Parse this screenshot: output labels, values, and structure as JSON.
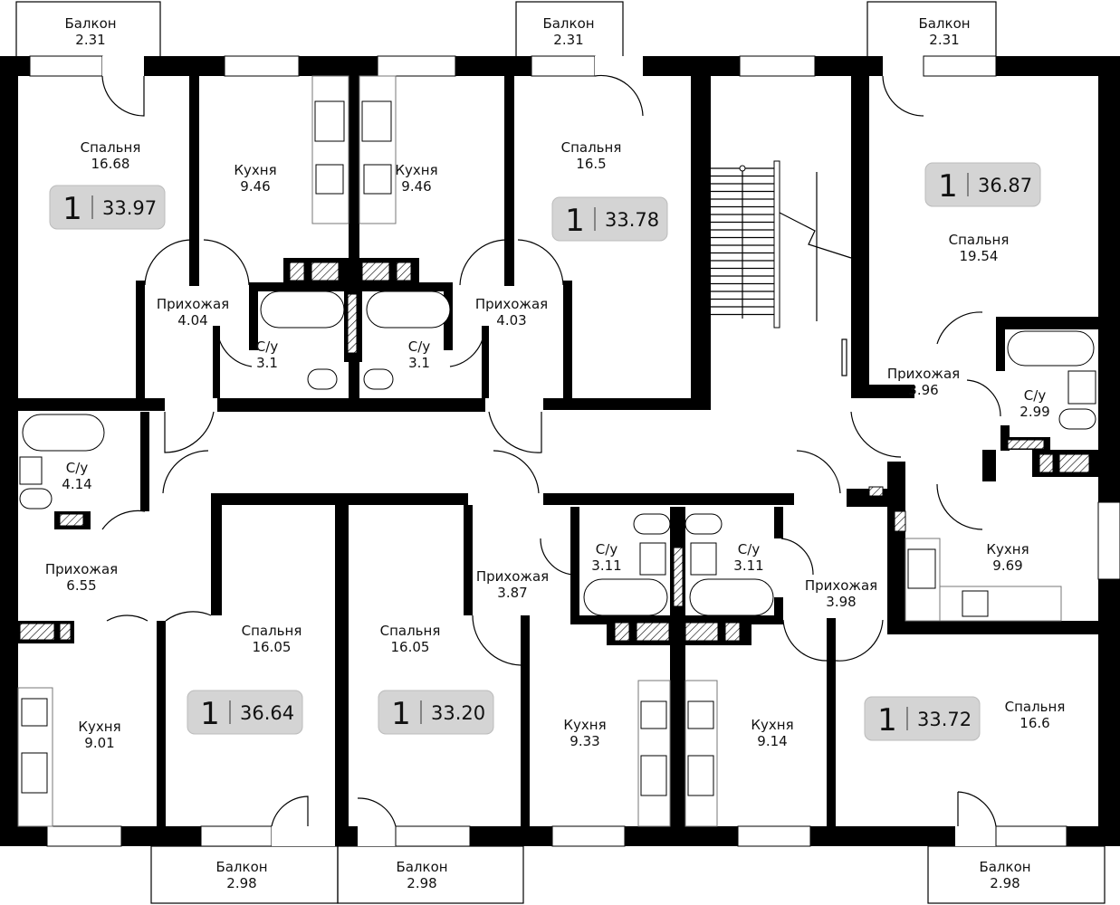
{
  "title": "Floor plan",
  "balconies": [
    {
      "name": "Балкон",
      "area": "2.31"
    },
    {
      "name": "Балкон",
      "area": "2.31"
    },
    {
      "name": "Балкон",
      "area": "2.31"
    },
    {
      "name": "Балкон",
      "area": "2.98"
    },
    {
      "name": "Балкон",
      "area": "2.98"
    },
    {
      "name": "Балкон",
      "area": "2.98"
    }
  ],
  "apartments": [
    {
      "rooms_count": "1",
      "total_area": "33.97",
      "rooms": [
        {
          "name": "Спальня",
          "area": "16.68"
        },
        {
          "name": "Кухня",
          "area": "9.46"
        },
        {
          "name": "Прихожая",
          "area": "4.04"
        },
        {
          "name": "С/у",
          "area": "3.1"
        }
      ]
    },
    {
      "rooms_count": "1",
      "total_area": "33.78",
      "rooms": [
        {
          "name": "Кухня",
          "area": "9.46"
        },
        {
          "name": "Спальня",
          "area": "16.5"
        },
        {
          "name": "Прихожая",
          "area": "4.03"
        },
        {
          "name": "С/у",
          "area": "3.1"
        }
      ]
    },
    {
      "rooms_count": "1",
      "total_area": "36.87",
      "rooms": [
        {
          "name": "Спальня",
          "area": "19.54"
        },
        {
          "name": "Прихожая",
          "area": "3.96"
        },
        {
          "name": "С/у",
          "area": "2.99"
        },
        {
          "name": "Кухня",
          "area": "9.69"
        }
      ]
    },
    {
      "rooms_count": "1",
      "total_area": "36.64",
      "rooms": [
        {
          "name": "С/у",
          "area": "4.14"
        },
        {
          "name": "Прихожая",
          "area": "6.55"
        },
        {
          "name": "Кухня",
          "area": "9.01"
        },
        {
          "name": "Спальня",
          "area": "16.05"
        }
      ]
    },
    {
      "rooms_count": "1",
      "total_area": "33.20",
      "rooms": [
        {
          "name": "Спальня",
          "area": "16.05"
        },
        {
          "name": "Прихожая",
          "area": "3.87"
        },
        {
          "name": "С/у",
          "area": "3.11"
        },
        {
          "name": "Кухня",
          "area": "9.33"
        }
      ]
    },
    {
      "rooms_count": "1",
      "total_area": "33.72",
      "rooms": [
        {
          "name": "С/у",
          "area": "3.11"
        },
        {
          "name": "Прихожая",
          "area": "3.98"
        },
        {
          "name": "Кухня",
          "area": "9.14"
        },
        {
          "name": "Спальня",
          "area": "16.6"
        }
      ]
    }
  ]
}
